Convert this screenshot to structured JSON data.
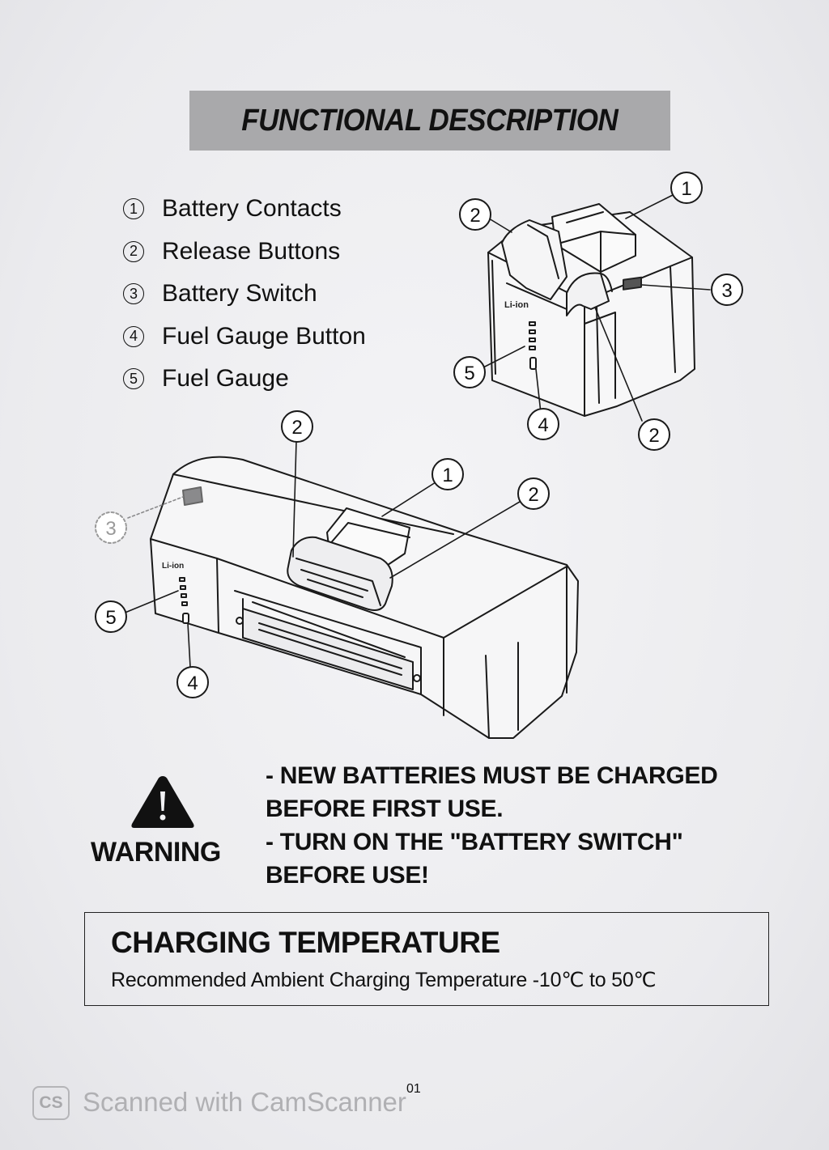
{
  "title": "FUNCTIONAL DESCRIPTION",
  "legend": [
    {
      "num": "1",
      "label": "Battery Contacts"
    },
    {
      "num": "2",
      "label": "Release Buttons"
    },
    {
      "num": "3",
      "label": "Battery Switch"
    },
    {
      "num": "4",
      "label": "Fuel Gauge Button"
    },
    {
      "num": "5",
      "label": "Fuel Gauge"
    }
  ],
  "callouts": {
    "top": [
      "1",
      "2",
      "3",
      "5",
      "4",
      "2"
    ],
    "bottom": [
      "2",
      "1",
      "2",
      "3",
      "5",
      "4"
    ]
  },
  "warning": {
    "label": "WARNING",
    "icon": "warning-triangle-icon",
    "lines": [
      "- NEW BATTERIES MUST BE CHARGED",
      "BEFORE FIRST USE.",
      "- TURN ON THE \"BATTERY SWITCH\"",
      "BEFORE USE!"
    ]
  },
  "charging": {
    "title": "CHARGING TEMPERATURE",
    "text": "Recommended Ambient Charging Temperature -10℃ to 50℃"
  },
  "page_number": "01",
  "watermark": {
    "badge": "CS",
    "text": "Scanned with CamScanner"
  }
}
